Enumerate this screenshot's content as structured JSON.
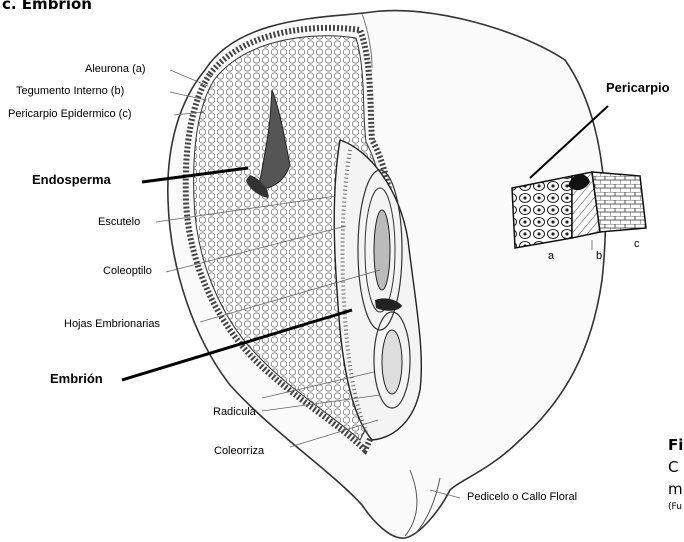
{
  "heading": "c.  Embrión",
  "labels": {
    "aleurona": "Aleurona (a)",
    "tegumento": "Tegumento Interno (b)",
    "pericarpio_epidermico": "Pericarpio Epidermico (c)",
    "endosperma": "Endosperma",
    "escutelo": "Escutelo",
    "coleoptilo": "Coleoptilo",
    "hojas": "Hojas Embrionarias",
    "embrion": "Embrión",
    "radicula": "Radicula",
    "coleorriza": "Coleorriza",
    "pedicelo": "Pedicelo o Callo Floral",
    "pericarpio": "Pericarpio",
    "inset_a": "a",
    "inset_b": "b",
    "inset_c": "c"
  },
  "caption": {
    "line1": "Fi",
    "line2": "C",
    "line3": "m",
    "line4": "(Fu"
  }
}
